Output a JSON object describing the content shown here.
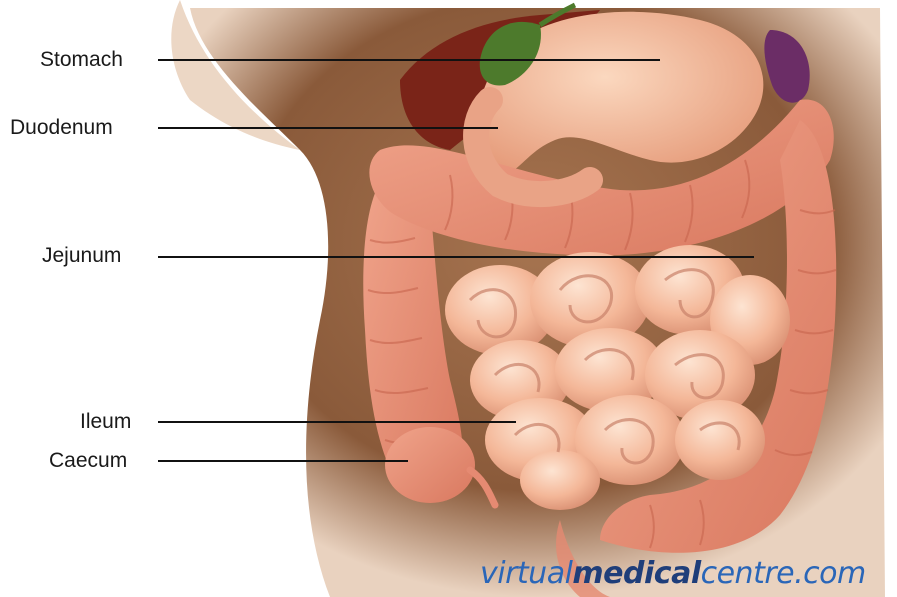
{
  "labels": [
    {
      "key": "stomach",
      "text": "Stomach"
    },
    {
      "key": "duodenum",
      "text": "Duodenum"
    },
    {
      "key": "jejunum",
      "text": "Jejunum"
    },
    {
      "key": "ileum",
      "text": "Ileum"
    },
    {
      "key": "caecum",
      "text": "Caecum"
    }
  ],
  "watermark": {
    "part1": "virtual",
    "part2": "medical",
    "part3": "centre.com"
  },
  "colors": {
    "skin": "#8a5a3a",
    "intestine": "#f3b89a",
    "colon": "#e58a72",
    "stomach": "#f2b291",
    "gallbladder": "#4d7a2c",
    "liver": "#7a2418",
    "spleen": "#6b2d66",
    "watermark_blue": "#2a66b8",
    "watermark_dark": "#1f3e7a"
  }
}
